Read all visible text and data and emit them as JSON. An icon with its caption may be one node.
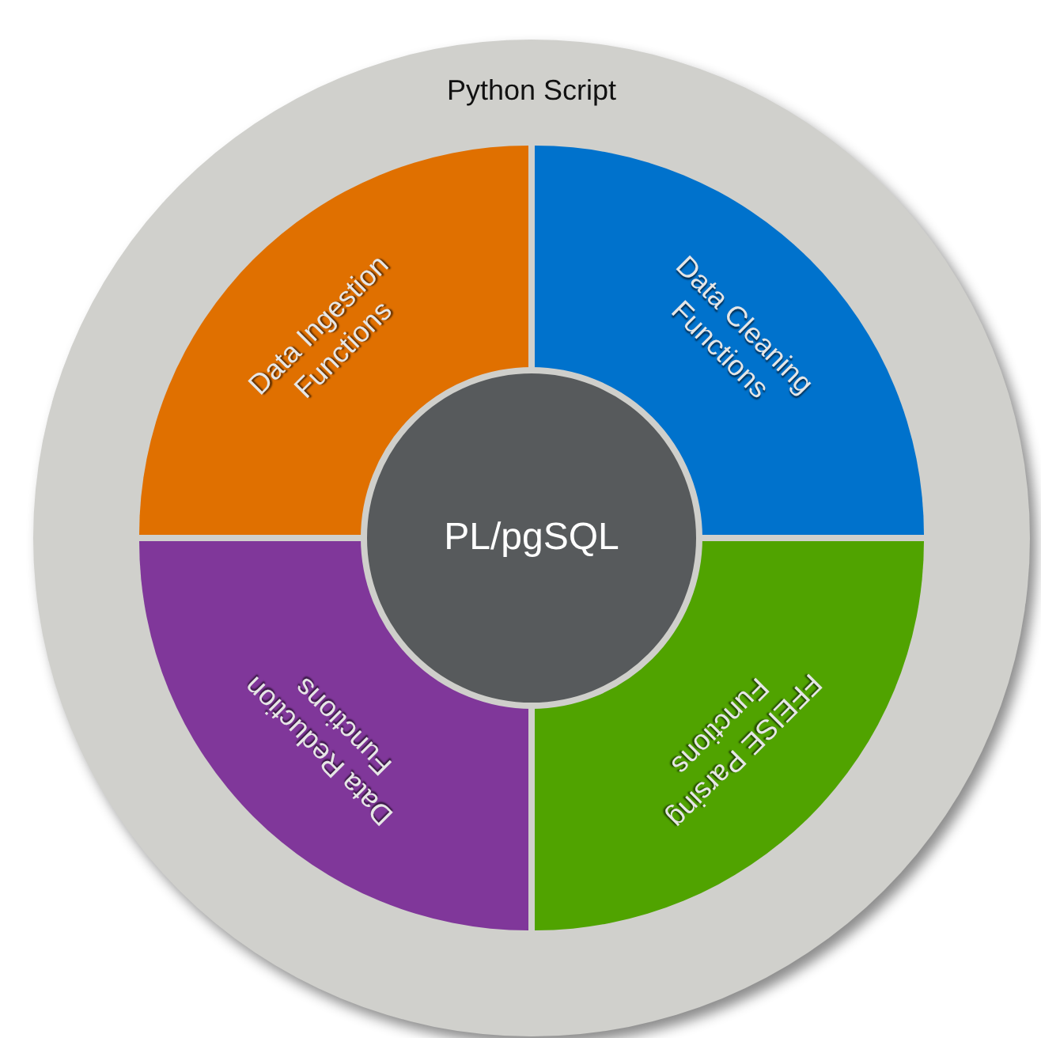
{
  "diagram": {
    "nodes": [
      {
        "text": [
          "Python Script"
        ]
      },
      {
        "text": [
          "Data Ingestion Functions"
        ],
        "in": 0
      },
      {
        "text": [
          "Data Cleaning Functions"
        ],
        "in": 0
      },
      {
        "text": [
          "Data Reduction Functions"
        ],
        "in": 0
      },
      {
        "text": [
          "FFEISE Parsing Functions"
        ],
        "in": 0
      },
      {
        "text": [
          "PL/pgSQL"
        ],
        "in": 0
      }
    ]
  }
}
